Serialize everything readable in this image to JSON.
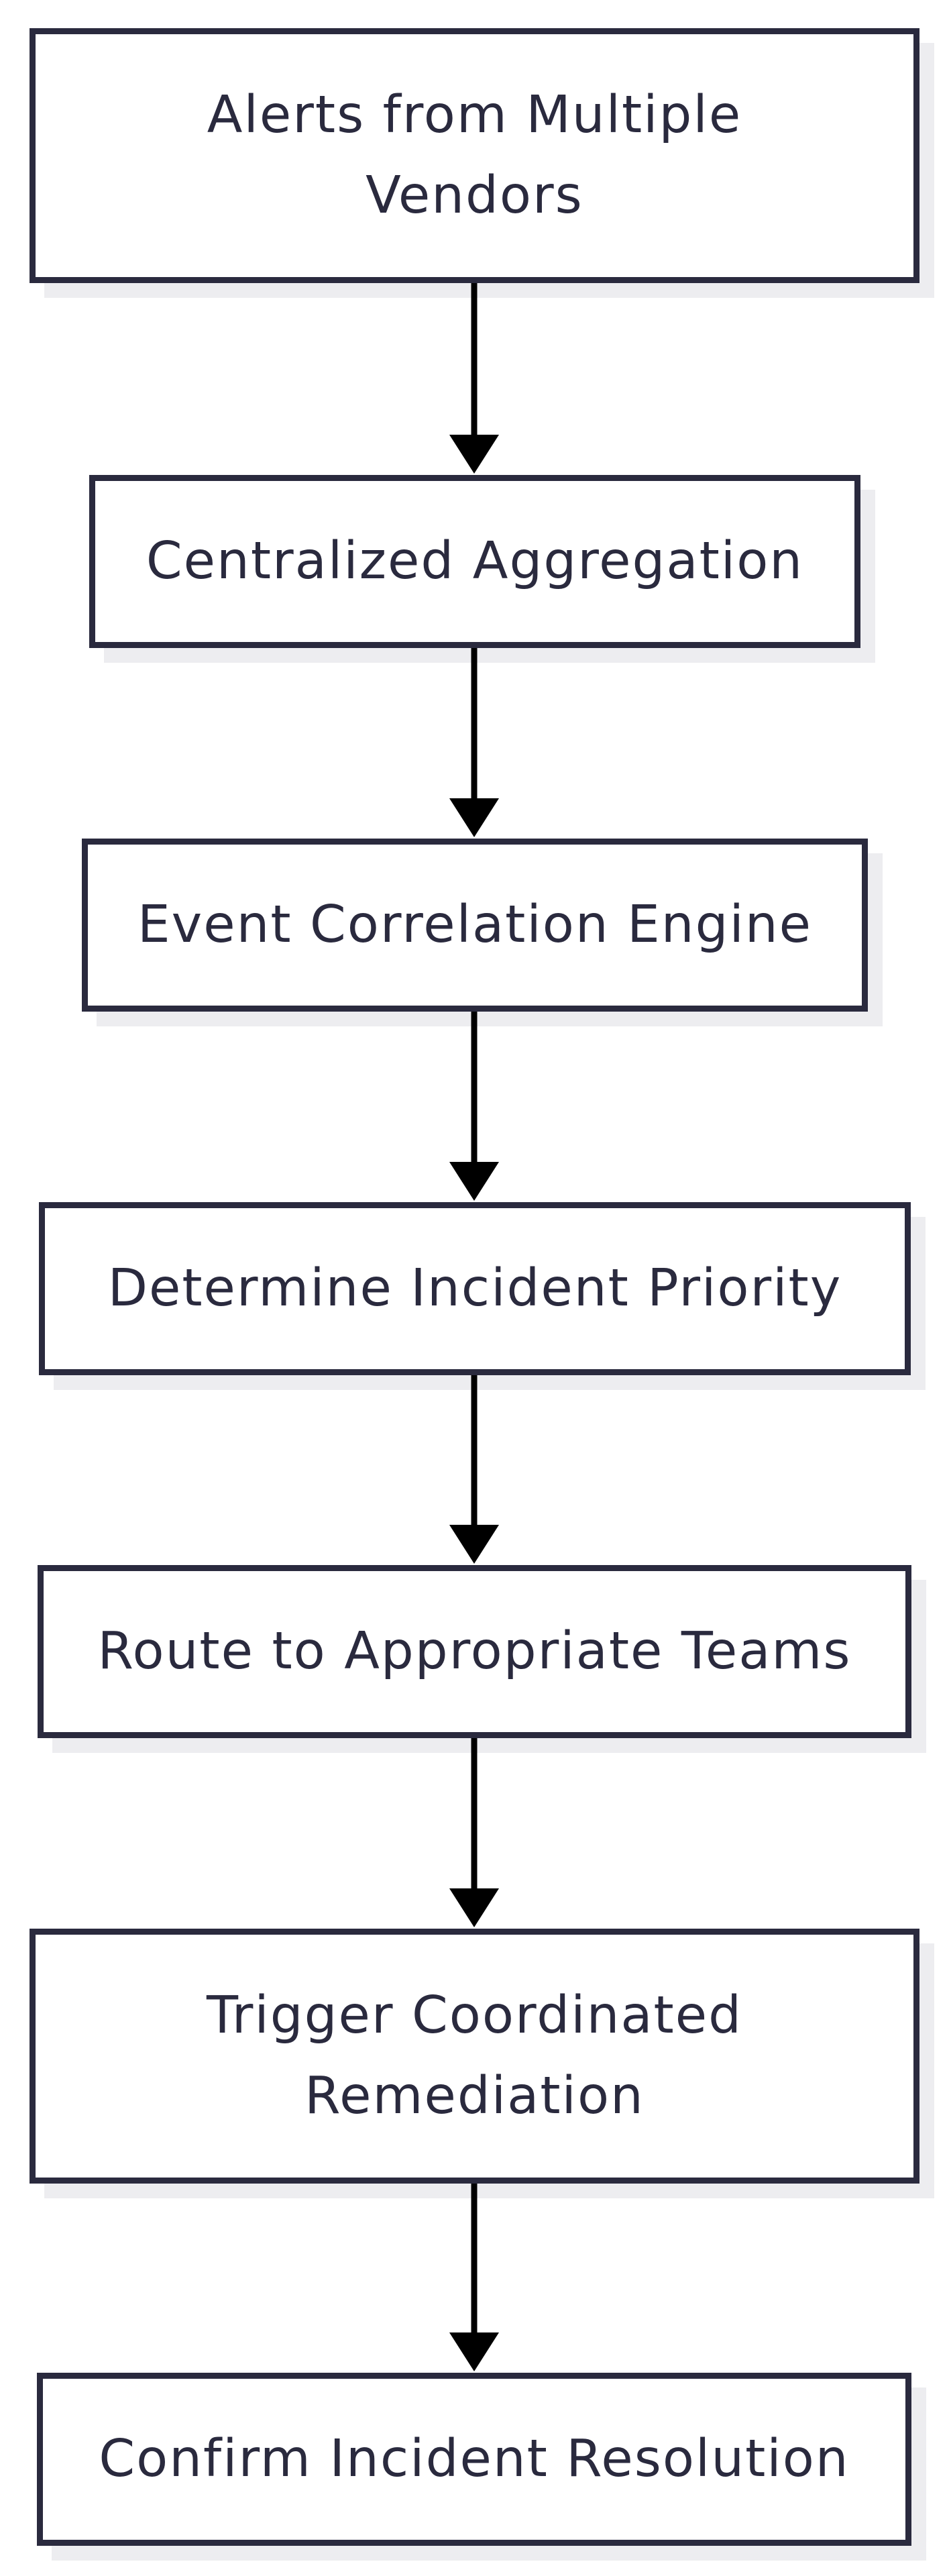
{
  "diagram": {
    "type": "flowchart",
    "direction": "top-to-bottom",
    "nodes": [
      {
        "id": "n1",
        "label": "Alerts from Multiple\nVendors"
      },
      {
        "id": "n2",
        "label": "Centralized Aggregation"
      },
      {
        "id": "n3",
        "label": "Event Correlation Engine"
      },
      {
        "id": "n4",
        "label": "Determine Incident Priority"
      },
      {
        "id": "n5",
        "label": "Route to Appropriate Teams"
      },
      {
        "id": "n6",
        "label": "Trigger Coordinated\nRemediation"
      },
      {
        "id": "n7",
        "label": "Confirm Incident Resolution"
      }
    ],
    "edges": [
      {
        "from": "n1",
        "to": "n2"
      },
      {
        "from": "n2",
        "to": "n3"
      },
      {
        "from": "n3",
        "to": "n4"
      },
      {
        "from": "n4",
        "to": "n5"
      },
      {
        "from": "n5",
        "to": "n6"
      },
      {
        "from": "n6",
        "to": "n7"
      }
    ],
    "colors": {
      "node_border": "#2a2a3e",
      "node_text": "#2a2a3e",
      "node_fill": "#ffffff",
      "shadow": "#ededf0",
      "edge": "#000000",
      "background": "#ffffff"
    }
  }
}
